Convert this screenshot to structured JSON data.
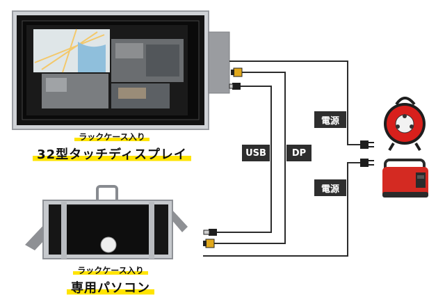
{
  "monitor": {
    "caption_line1": "ラックケース入り",
    "caption_line2": "32型タッチディスプレイ"
  },
  "pc": {
    "caption_line1": "ラックケース入り",
    "caption_line2": "専用パソコン"
  },
  "cables": {
    "usb_label": "USB",
    "dp_label": "DP",
    "power_label_1": "電源",
    "power_label_2": "電源"
  },
  "devices": {
    "cord_reel_icon": "cord-reel-icon",
    "generator_icon": "generator-icon"
  },
  "colors": {
    "label_bg": "#2e2e2e",
    "highlight": "#ffe400",
    "reel_red": "#d8201c",
    "generator_red": "#d42a22",
    "connector_gold": "#e0a81c"
  }
}
